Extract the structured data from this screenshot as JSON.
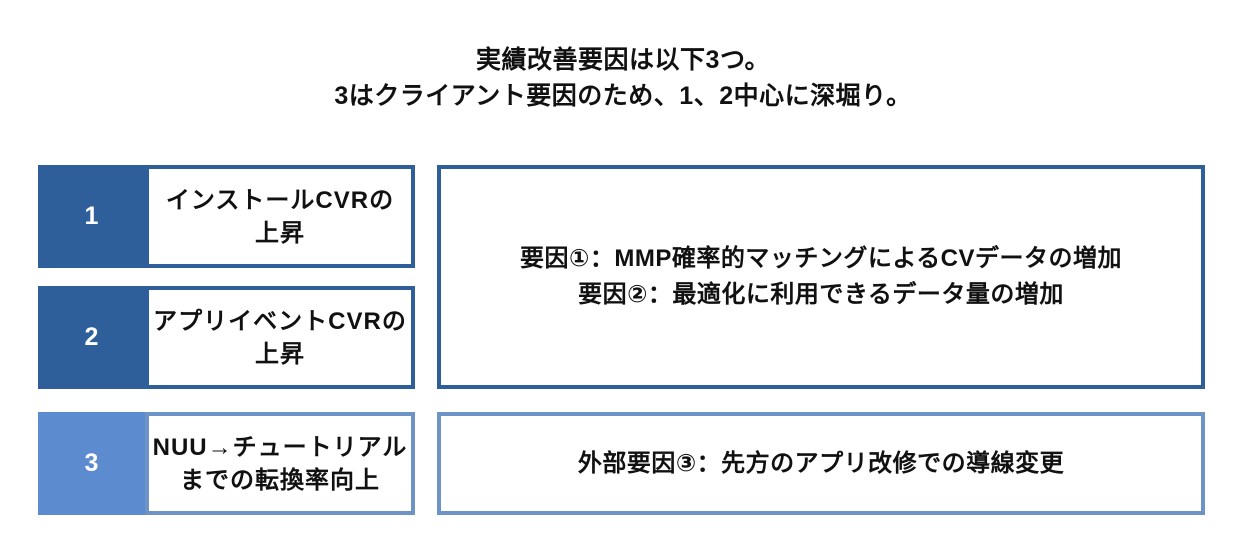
{
  "colors": {
    "dark_blue": "#2F5F9B",
    "light_blue": "#5C8BD0",
    "light_border": "#6E93C7",
    "text": "#111111"
  },
  "title": {
    "text": "実績改善要因は以下3つ。\n3はクライアント要因のため、1、2中心に深堀り。"
  },
  "factors": [
    {
      "number": "1",
      "label": "インストールCVRの\n上昇"
    },
    {
      "number": "2",
      "label": "アプリイベントCVRの\n上昇"
    },
    {
      "number": "3",
      "label": "NUU→チュートリアル\nまでの転換率向上"
    }
  ],
  "detail_boxes": [
    {
      "text": "要因①：MMP確率的マッチングによるCVデータの増加\n要因②：最適化に利用できるデータ量の増加"
    },
    {
      "text": "外部要因③：先方のアプリ改修での導線変更"
    }
  ]
}
